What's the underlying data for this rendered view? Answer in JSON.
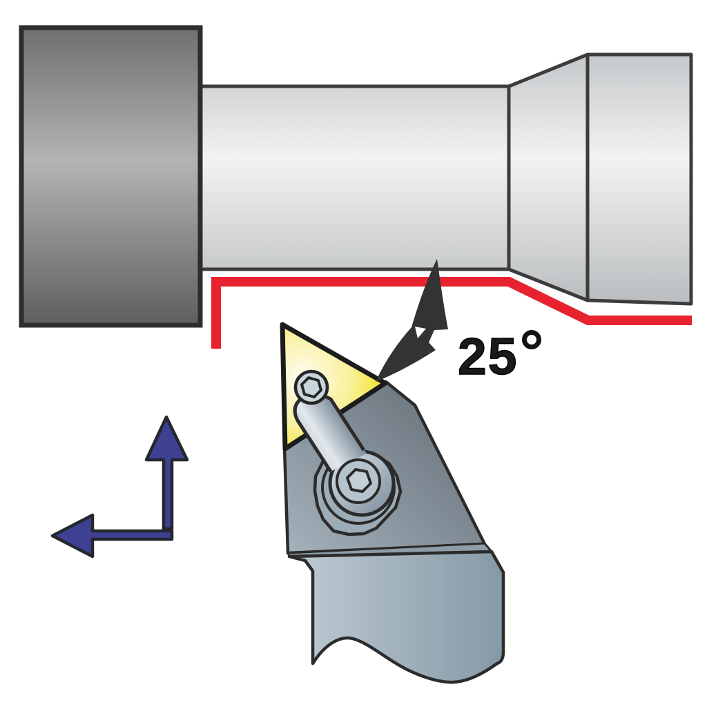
{
  "diagram": {
    "title": "Lathe turning tool lead angle illustration",
    "annotation": {
      "angle_digits": "25",
      "angle_label": "25°",
      "angle_value_deg": 25
    },
    "colors": {
      "background": "#ffffff",
      "toolpath_red": "#e8222e",
      "feed_arrow_blue": "#3e4091",
      "feed_arrow_outline": "#26262e",
      "annotation_black": "#333333",
      "insert_yellow": "#eedf12",
      "holder_gray_blue": "#8ba0ad",
      "workpiece_light_gray": "#f1f2f3",
      "chuck_gray": "#b4b4b4",
      "outline_dark": "#2b2b2b",
      "label_text": "#1a1a1a"
    },
    "elements": {
      "chuck": "machine chuck block",
      "workpiece": "stepped cylindrical workpiece",
      "toolpath": "red tool feed path along workpiece profile",
      "insert": "triangular cutting insert",
      "clamp": "insert clamp with hex socket screws",
      "holder": "tool holder shank",
      "angle_annotation": "lead angle arrow",
      "feed_arrows": "feed direction arrows up and left"
    }
  }
}
